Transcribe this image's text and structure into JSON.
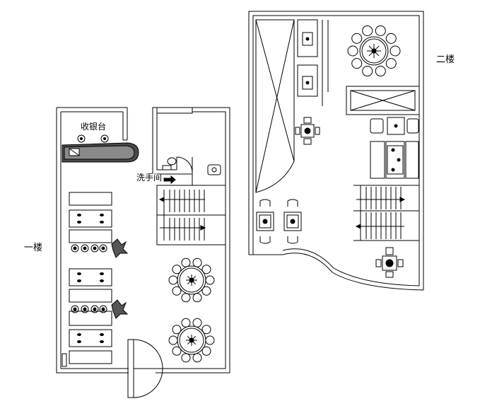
{
  "floor1": {
    "label": "一楼",
    "cashier_label": "收银台",
    "washroom_label": "洗手间"
  },
  "floor2": {
    "label": "二楼"
  }
}
